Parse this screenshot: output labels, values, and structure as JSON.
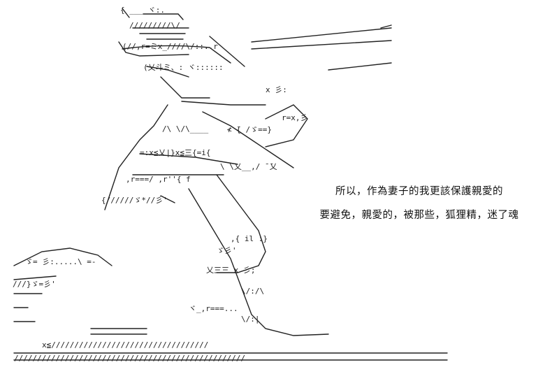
{
  "caption": {
    "line1": "所以，作為妻子的我更該保護親愛的",
    "line2": "要避免，親愛的，被那些，狐狸精，迷了魂"
  },
  "ascii_art": {
    "description_icon": "ascii-line-art-figure-kneeling-with-rifle",
    "stroke_color": "#222222"
  }
}
